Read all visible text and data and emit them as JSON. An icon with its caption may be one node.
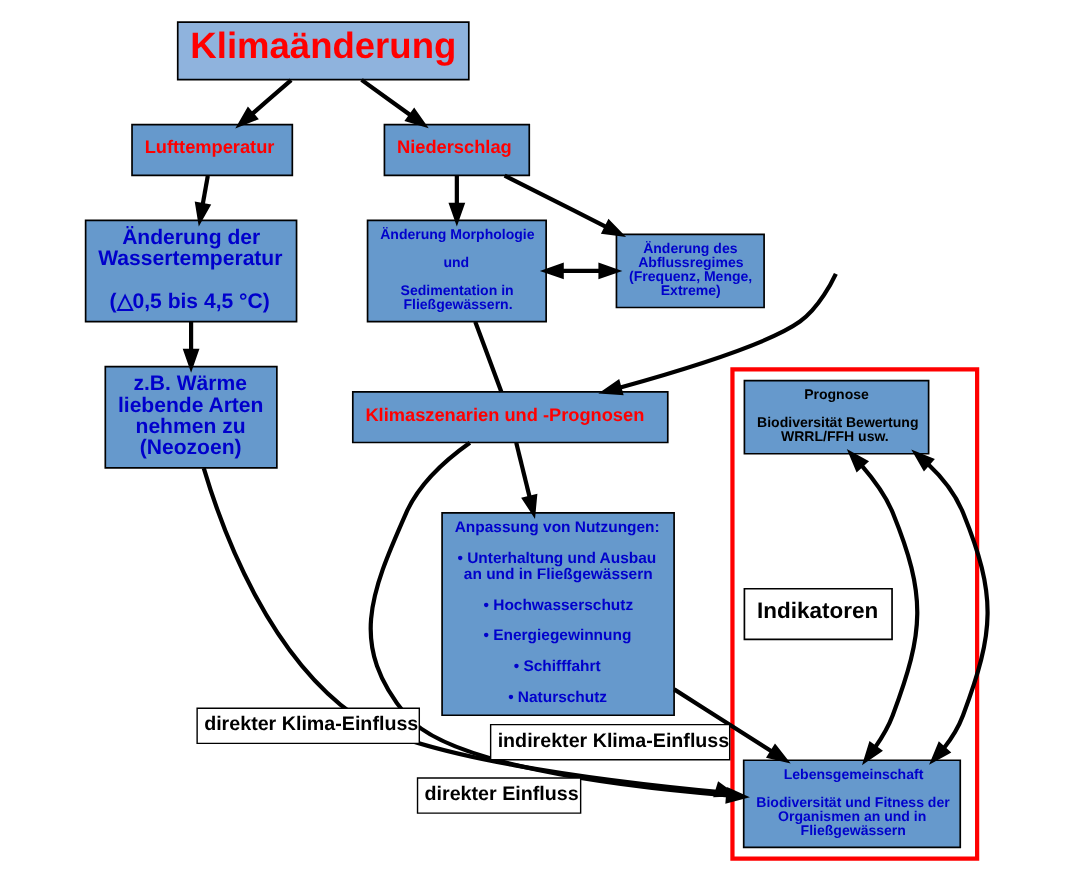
{
  "diagram": {
    "nodes": [
      {
        "text": [
          "Klimaänderung"
        ]
      },
      {
        "text": [
          "Lufttemperatur"
        ]
      },
      {
        "text": [
          "Niederschlag"
        ]
      },
      {
        "text": [
          "Änderung Morphologie",
          "und",
          "Sedimentation in Fließgewässern."
        ]
      },
      {
        "text": [
          "Änderung des Abflussregimes (Frequenz, Menge, Extreme)"
        ]
      },
      {
        "text": [
          "Klimaszenarien und -Prognosen"
        ]
      },
      {
        "text": [
          "Änderung der Wassertemperatur",
          "(△0,5 bis 4,5 °C)"
        ]
      },
      {
        "text": [
          "z.B. Wärme liebende Arten nehmen zu (Neozoen)"
        ]
      },
      {
        "text": [],
        "shape": "box"
      },
      {
        "text": [
          "Prognose",
          "Biodiversität Bewertung WRRL/FFH usw."
        ],
        "in": 8
      },
      {
        "text": [
          "Indikatoren"
        ],
        "in": 8
      },
      {
        "text": [
          "Lebensgemeinschaft",
          "Biodiversität und Fitness der Organismen an und in Fließgewässern"
        ],
        "in": 8
      },
      {
        "text": [
          "Anpassung von Nutzungen:",
          "• Unterhaltung und Ausbau an und in Fließgewässern",
          "• Hochwasserschutz",
          "• Energiegewinnung",
          "• Schifffahrt",
          "• Naturschutz"
        ]
      }
    ],
    "edges": [
      {
        "from": 0,
        "to": 1,
        "arrow": "to"
      },
      {
        "from": 0,
        "to": 2,
        "arrow": "to"
      },
      {
        "from": 1,
        "to": 6,
        "arrow": "to"
      },
      {
        "from": 2,
        "to": 3,
        "arrow": "to"
      },
      {
        "from": 2,
        "to": 4,
        "arrow": "to"
      },
      {
        "from": 3,
        "to": 4,
        "arrow": "both"
      },
      {
        "from": null,
        "to": 5,
        "arrow": "to"
      },
      {
        "from": 3,
        "to": 5,
        "arrow": "none"
      },
      {
        "from": 6,
        "to": 7,
        "arrow": "to"
      },
      {
        "from": 5,
        "to": 11,
        "arrow": "to",
        "label": "direkter Einfluss"
      },
      {
        "from": 5,
        "to": 12,
        "arrow": "to"
      },
      {
        "from": 9,
        "to": 11,
        "arrow": "both"
      },
      {
        "from": 9,
        "to": 11,
        "arrow": "both"
      },
      {
        "from": 7,
        "to": 8,
        "arrow": "to",
        "label": "direkter Klima-Einfluss"
      },
      {
        "from": 12,
        "to": 11,
        "arrow": "to",
        "label": "indirekter Klima-Einfluss"
      }
    ]
  }
}
